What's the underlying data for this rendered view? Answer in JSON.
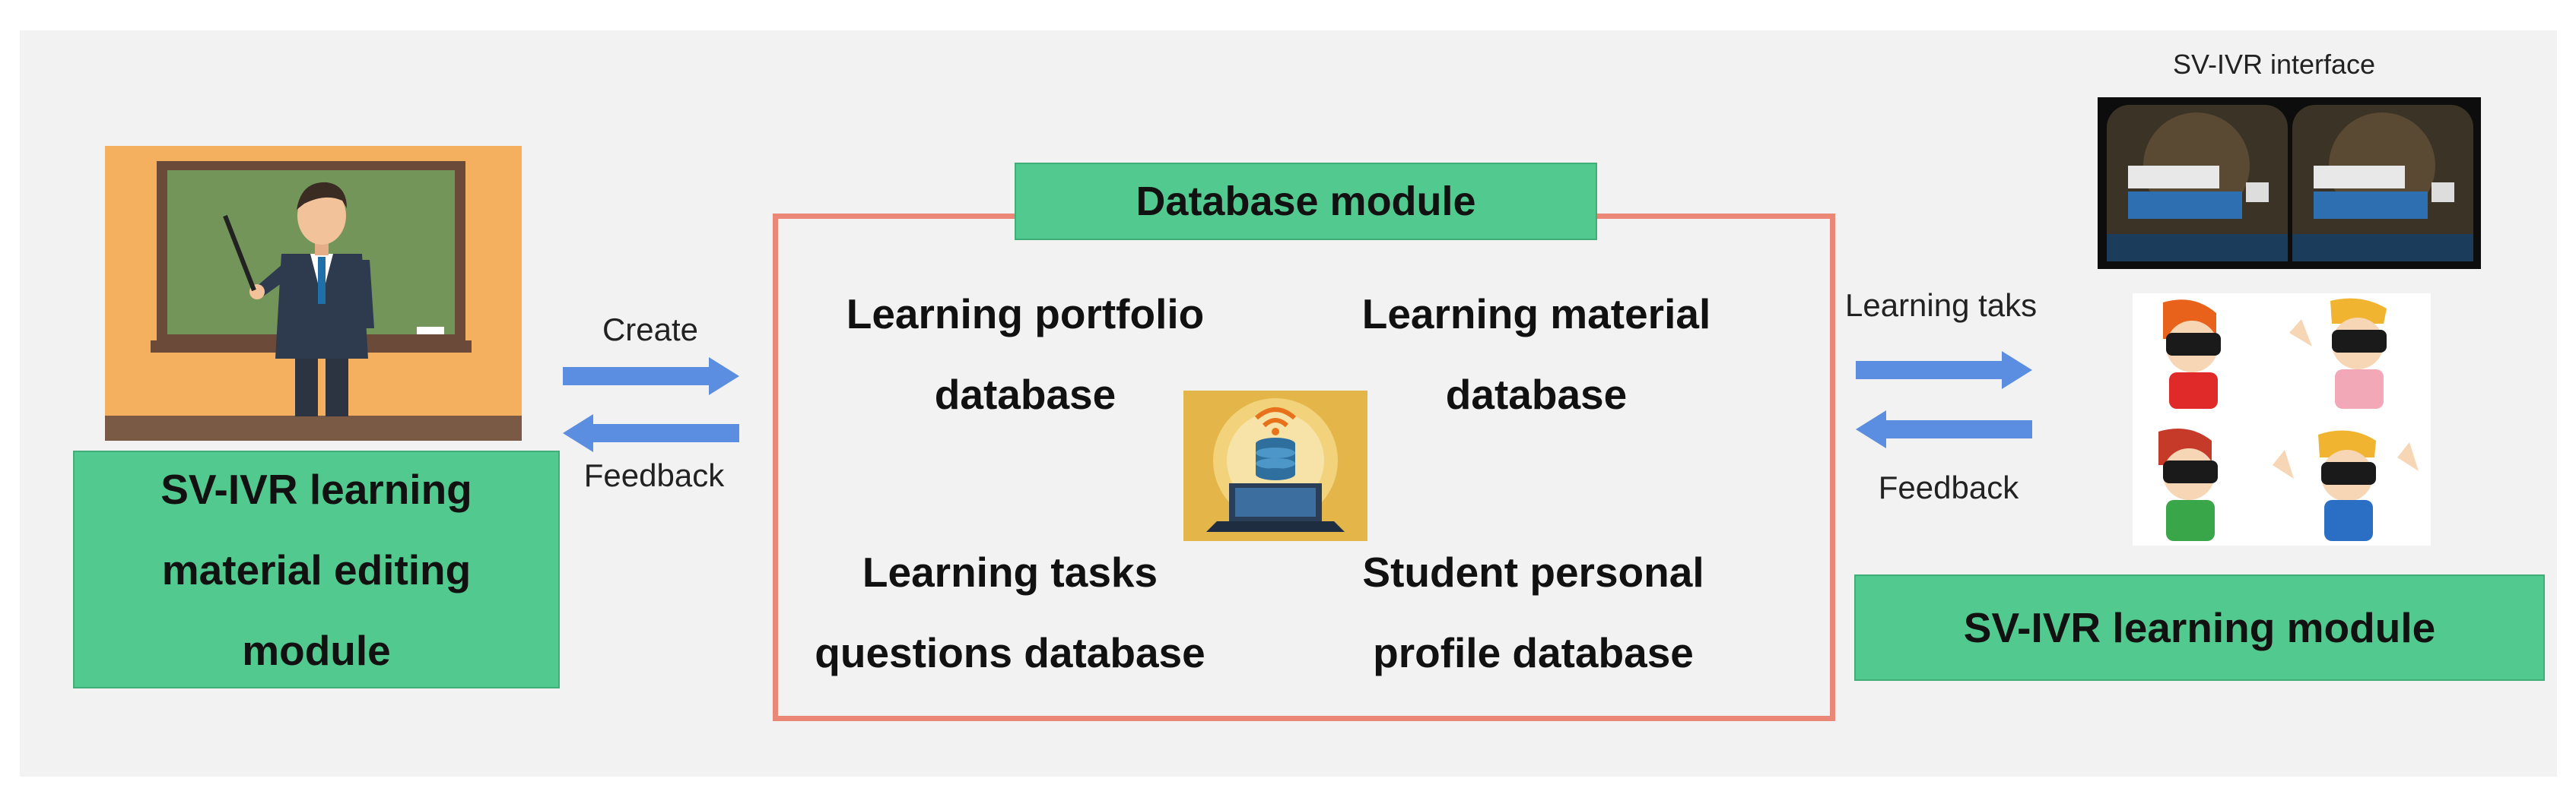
{
  "left_module": {
    "title_line1": "SV-IVR learning",
    "title_line2": "material editing",
    "title_line3": "module"
  },
  "left_arrows": {
    "create_label": "Create",
    "feedback_label": "Feedback"
  },
  "database_module": {
    "title": "Database module",
    "items": [
      {
        "line1": "Learning portfolio",
        "line2": "database"
      },
      {
        "line1": "Learning material",
        "line2": "database"
      },
      {
        "line1": "Learning tasks",
        "line2": "questions database"
      },
      {
        "line1": "Student personal",
        "line2": "profile database"
      }
    ]
  },
  "right_arrows": {
    "tasks_label": "Learning taks",
    "feedback_label": "Feedback"
  },
  "right_module": {
    "interface_caption": "SV-IVR interface",
    "title": "SV-IVR learning module"
  },
  "colors": {
    "green": "#52c98f",
    "box_border": "#ea8777",
    "arrow": "#5b8ee0",
    "chalkboard_bg": "#f4b05f"
  }
}
